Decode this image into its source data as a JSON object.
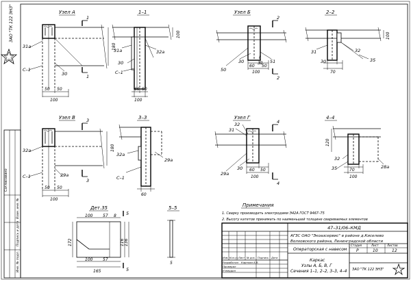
{
  "logo_text": "ЗАО \"ТК 122 ЭНЗ\"",
  "views": {
    "uzel_a": "Узел А",
    "sec_1": "1–1",
    "uzel_b": "Узел Б",
    "sec_2": "2–2",
    "uzel_v": "Узел В",
    "sec_3": "3–3",
    "uzel_g": "Узел Г",
    "sec_4": "4–4",
    "det_35": "Дет.35",
    "sec_5": "5–5"
  },
  "marks": {
    "m1": "1",
    "m2": "2",
    "m3": "3",
    "m4": "4",
    "m5": "5",
    "m31a": "31а",
    "m30": "30",
    "m32a": "32а",
    "m31": "31",
    "m32": "32",
    "m35": "35",
    "m50": "50",
    "m29a": "29а",
    "m28a": "28а",
    "mC1": "С–1"
  },
  "dims": {
    "d50": "50",
    "d100": "100",
    "d60": "60",
    "d70": "70",
    "d180": "180",
    "d120": "120",
    "d172": "172",
    "d136": "136",
    "d57": "57",
    "d8": "8",
    "d116": "116",
    "d165": "165",
    "d5": "5"
  },
  "notes": {
    "heading": "Примечания",
    "n1": "1. Сварку производить электродами Э42А ГОСТ 9467–75",
    "n2": "2. Высоту катетов принимать по наименьшей толщине свариваемых элементов"
  },
  "titleblock": {
    "doc_code": "47–31/06–КМД",
    "project_line1": "АГЗС ОАО \"Экоазсервис\" в районе д.Киселево",
    "project_line2": "Волховского района, Ленинградской области",
    "section_name": "Операторская с навесом",
    "stage_h": "Стадия",
    "sheet_h": "Лист",
    "sheets_h": "Листов",
    "stage": "Р",
    "sheet": "10",
    "sheets": "12",
    "drawing_title1": "Каркас",
    "drawing_title2": "Узлы А, Б, В, Г",
    "drawing_title3": "Сечения 1–1, 2–2, 3–3, 4–4",
    "company": "ЗАО \"ТК 122 ЭНЗ\"",
    "cols": [
      "Изм.",
      "Кол.уч",
      "Лист",
      "№ док.",
      "Подпись",
      "Дата"
    ],
    "role1": "Разработал",
    "name1": "Карпова А.В.",
    "role2": "Проверил",
    "role3": "Утвердил"
  },
  "margin": {
    "f1": "Согласовано",
    "f2": "Инв. № подл.",
    "f3": "Подпись и дата",
    "f4": "Взам. инв. №"
  }
}
